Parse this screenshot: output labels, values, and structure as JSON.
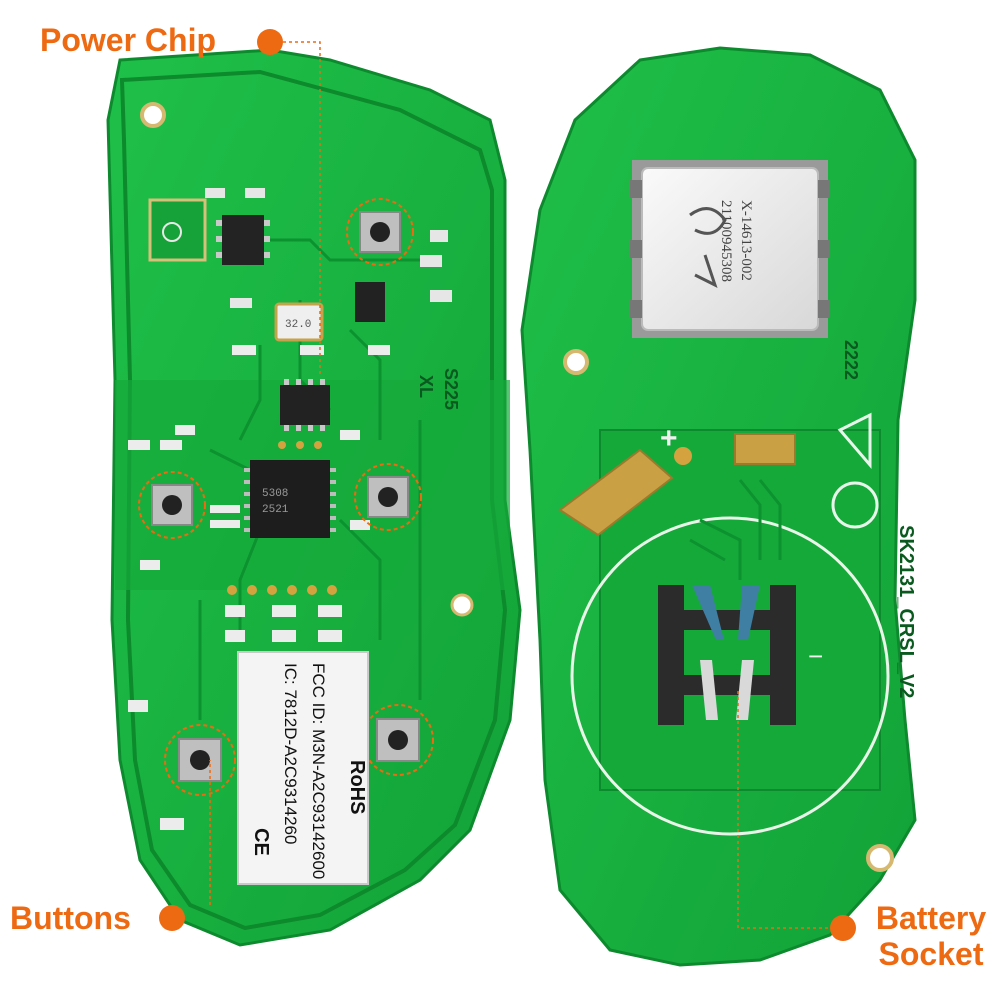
{
  "callouts": {
    "power_chip": "Power Chip",
    "buttons": "Buttons",
    "battery_line1": "Battery",
    "battery_line2": "Socket"
  },
  "left_board": {
    "label_text": {
      "rohs": "RoHS",
      "fcc": "FCC ID: M3N-A2C93142600",
      "ic": "IC: 7812D-A2C9314260",
      "ce": "CE"
    },
    "silk_code": "S225",
    "silk_code2": "XL",
    "crystal_text": "32.0",
    "ic_chip_text": "5308",
    "ic_chip_text2": "2521"
  },
  "right_board": {
    "shield_line1": "X-14613-002",
    "shield_line2": "21100945308",
    "model": "SK2131_CRSL_V2",
    "silk_code": "2222",
    "plus_sign": "+",
    "minus_sign": "−"
  },
  "colors": {
    "pcb_green": "#18b03d",
    "pcb_dark": "#0f9a33",
    "copper": "#c79a3a",
    "callout_orange": "#ee6a12",
    "label_white": "#f4f4f4"
  }
}
